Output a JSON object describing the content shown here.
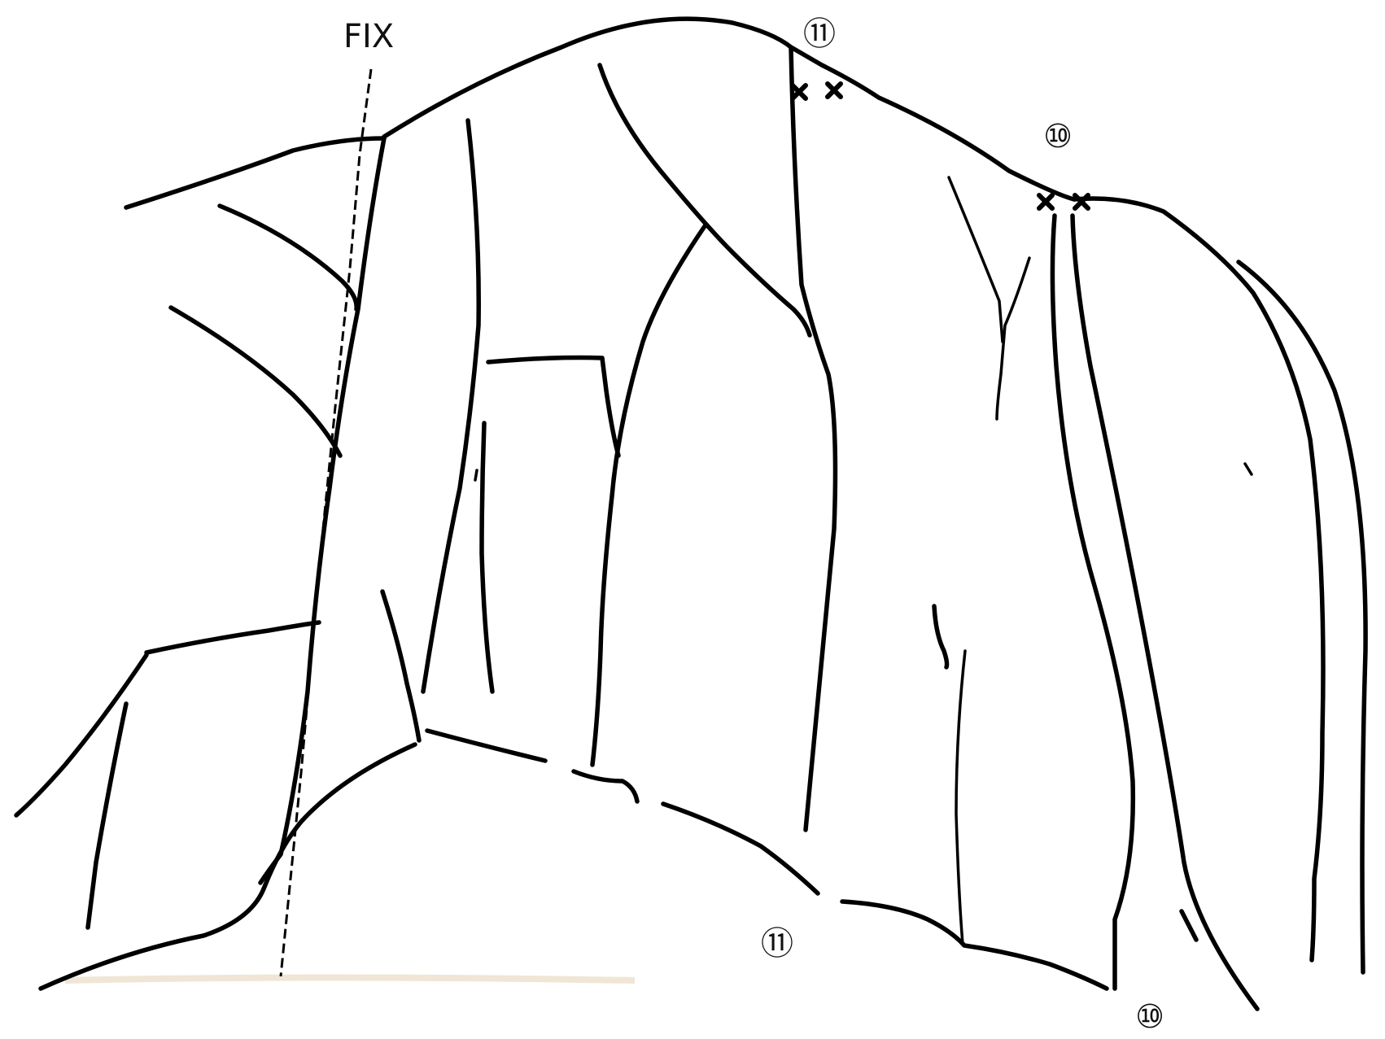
{
  "fix_label": "FIX",
  "route_labels": {
    "route_11_top": "⑪",
    "route_10_top": "⑩",
    "route_11_bottom": "⑪",
    "route_10_bottom": "⑩"
  },
  "anchor_pairs": [
    "route-11-anchor",
    "route-10-anchor"
  ],
  "colors": {
    "background": "#ffffff",
    "ink": "#000000"
  }
}
